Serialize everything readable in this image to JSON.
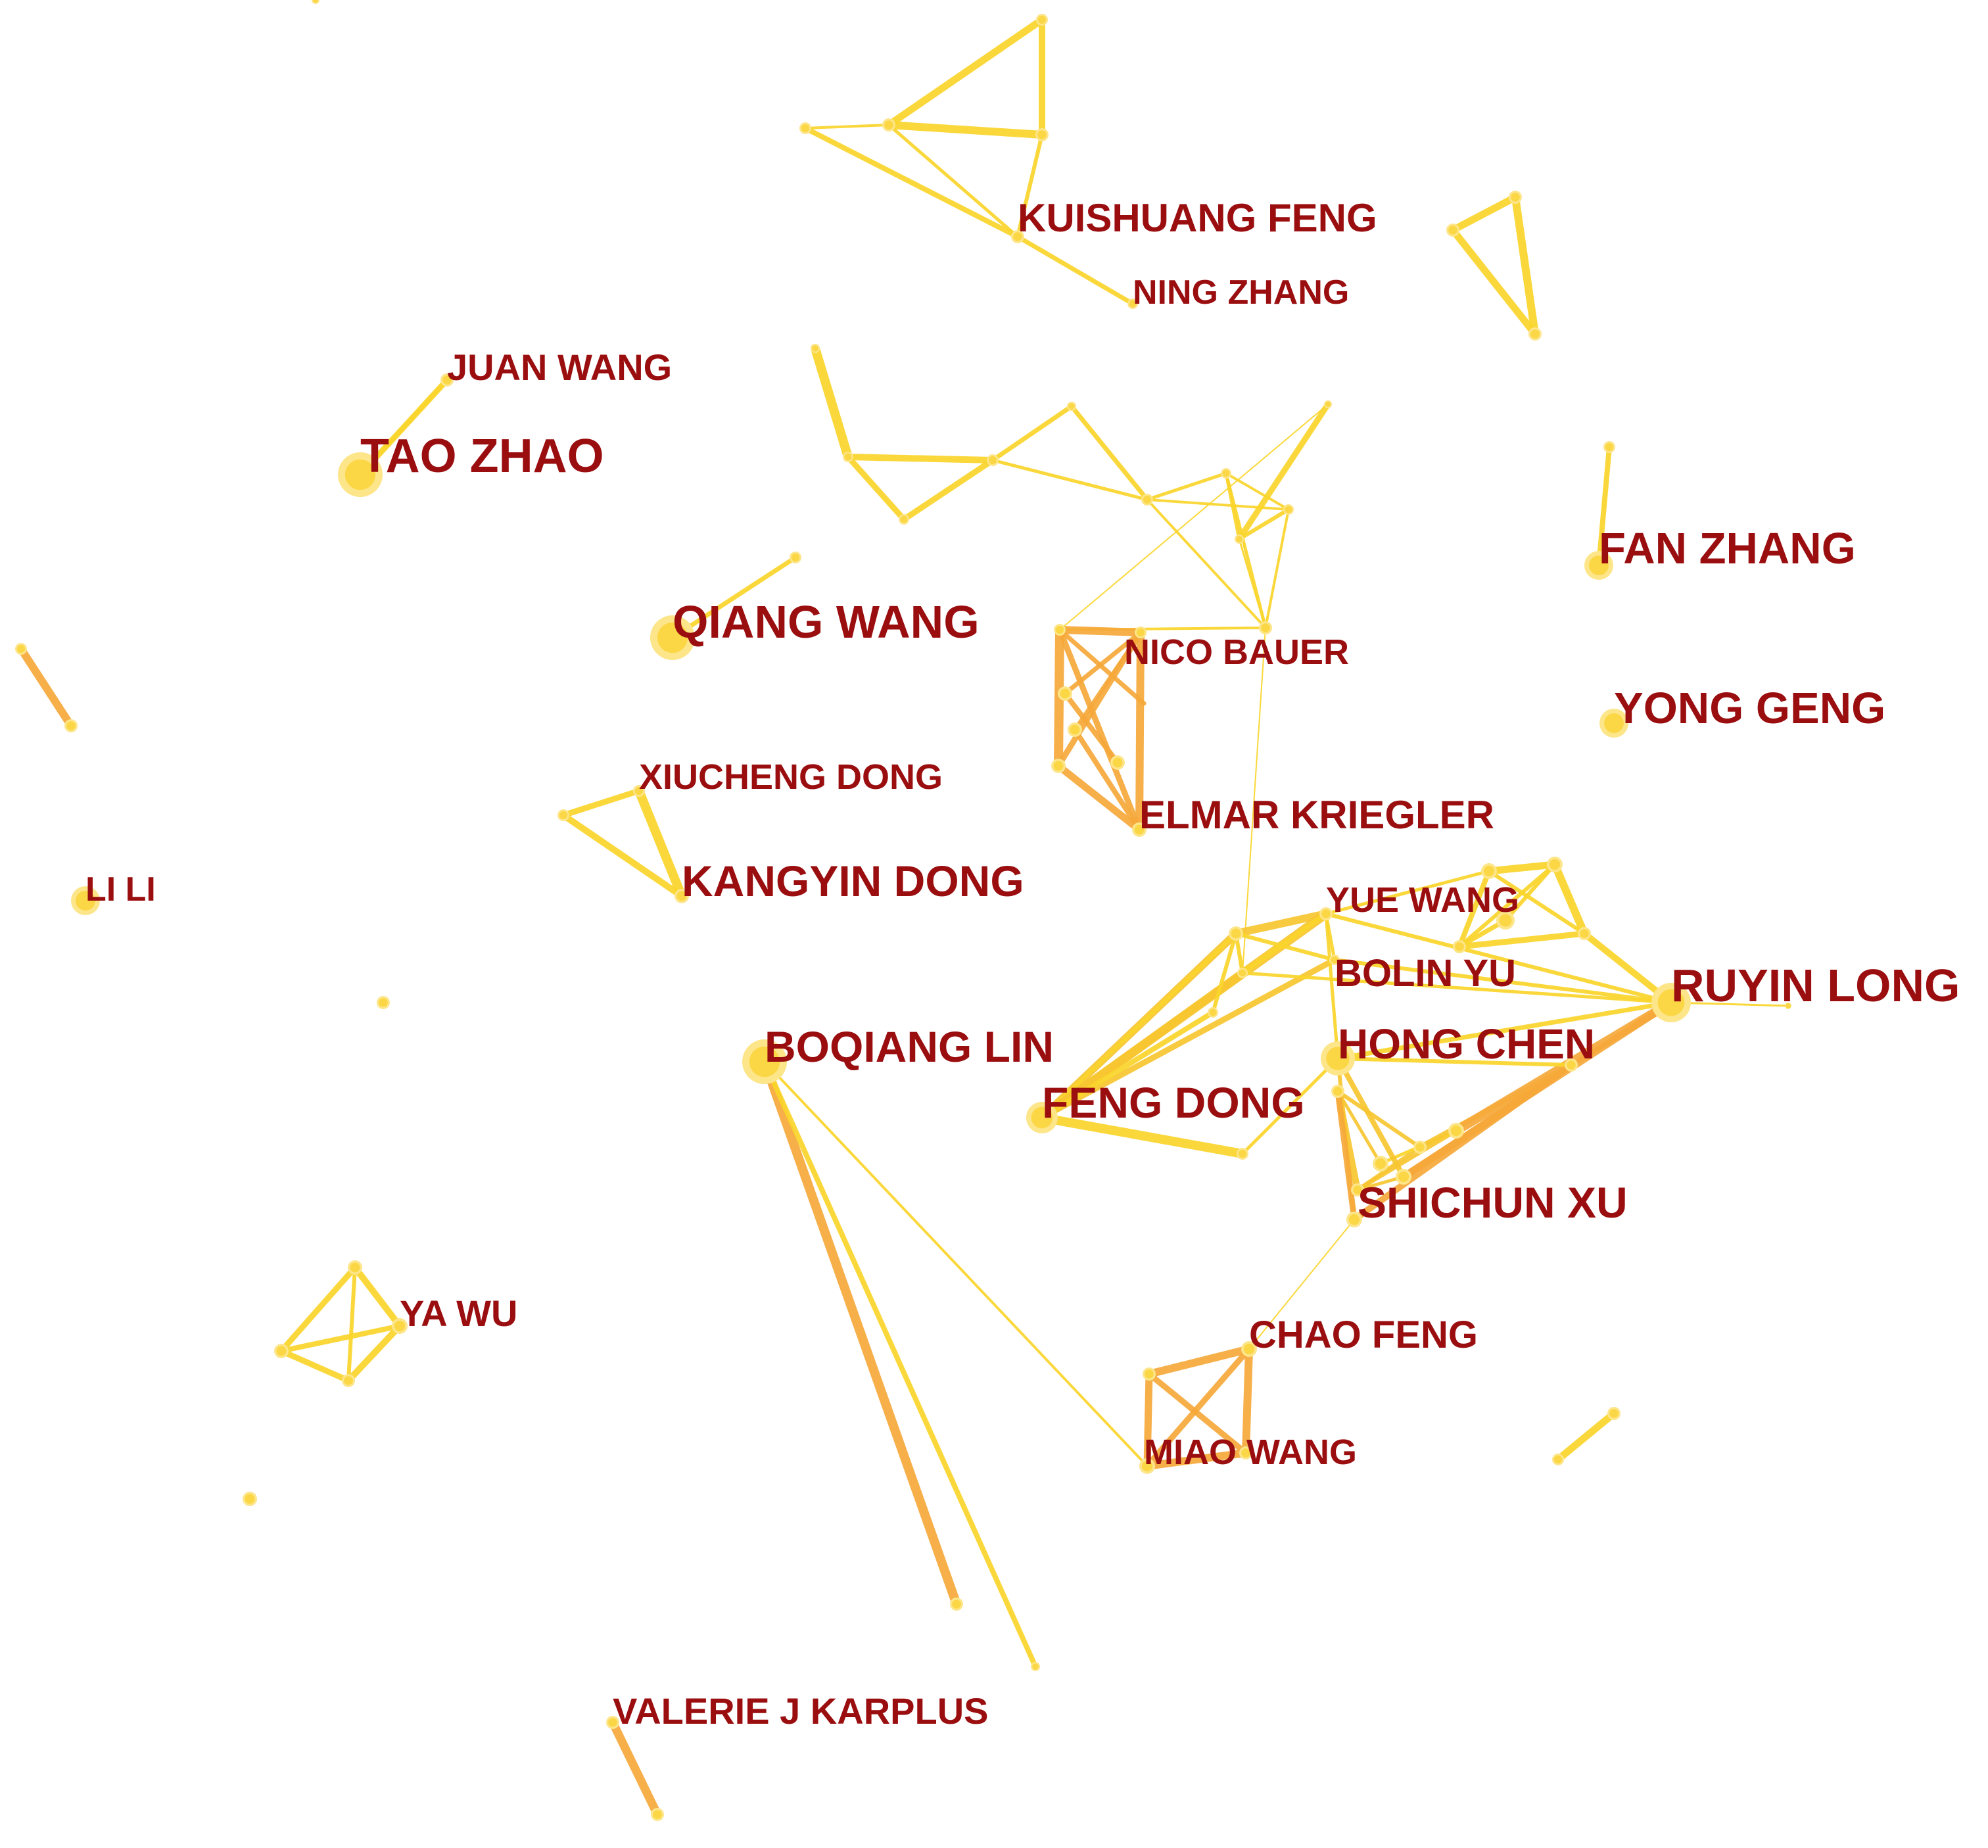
{
  "colors": {
    "label": "#9a0e10",
    "edge_light": "#fad52a",
    "edge_mid": "#f7c530",
    "edge_dark": "#f5a83a",
    "node": "#fbd746",
    "node_ring": "#fde58a"
  },
  "authors": [
    {
      "id": "kuishuang",
      "label": "KUISHUANG FENG"
    },
    {
      "id": "ning",
      "label": "NING ZHANG"
    },
    {
      "id": "juan",
      "label": "JUAN WANG"
    },
    {
      "id": "tao",
      "label": "TAO ZHAO"
    },
    {
      "id": "fan",
      "label": "FAN ZHANG"
    },
    {
      "id": "qiang",
      "label": "QIANG WANG"
    },
    {
      "id": "nico",
      "label": "NICO BAUER"
    },
    {
      "id": "yong",
      "label": "YONG GENG"
    },
    {
      "id": "xiucheng",
      "label": "XIUCHENG DONG"
    },
    {
      "id": "elmar",
      "label": "ELMAR KRIEGLER"
    },
    {
      "id": "kangyin",
      "label": "KANGYIN DONG"
    },
    {
      "id": "lili",
      "label": "LI LI"
    },
    {
      "id": "yue",
      "label": "YUE WANG"
    },
    {
      "id": "bolin",
      "label": "BOLIN YU"
    },
    {
      "id": "ruyin",
      "label": "RUYIN LONG"
    },
    {
      "id": "boqiang",
      "label": "BOQIANG LIN"
    },
    {
      "id": "hong",
      "label": "HONG CHEN"
    },
    {
      "id": "feng",
      "label": "FENG DONG"
    },
    {
      "id": "shichun",
      "label": "SHICHUN XU"
    },
    {
      "id": "yawu",
      "label": "YA WU"
    },
    {
      "id": "chao",
      "label": "CHAO FENG"
    },
    {
      "id": "miao",
      "label": "MIAO WANG"
    },
    {
      "id": "valerie",
      "label": "VALERIE J KARPLUS"
    }
  ]
}
